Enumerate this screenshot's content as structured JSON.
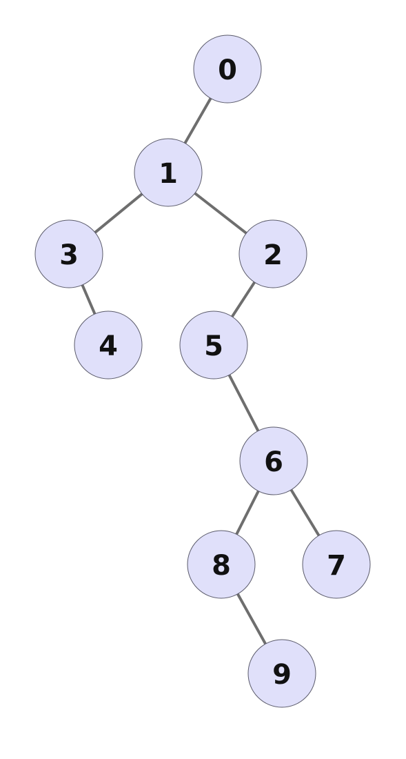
{
  "nodes": [
    {
      "id": "0",
      "label": "0"
    },
    {
      "id": "1",
      "label": "1"
    },
    {
      "id": "2",
      "label": "2"
    },
    {
      "id": "3",
      "label": "3"
    },
    {
      "id": "4",
      "label": "4"
    },
    {
      "id": "5",
      "label": "5"
    },
    {
      "id": "6",
      "label": "6"
    },
    {
      "id": "7",
      "label": "7"
    },
    {
      "id": "8",
      "label": "8"
    },
    {
      "id": "9",
      "label": "9"
    }
  ],
  "edges": [
    {
      "from": "0",
      "to": "1"
    },
    {
      "from": "1",
      "to": "3"
    },
    {
      "from": "1",
      "to": "2"
    },
    {
      "from": "3",
      "to": "4"
    },
    {
      "from": "2",
      "to": "5"
    },
    {
      "from": "5",
      "to": "6"
    },
    {
      "from": "6",
      "to": "8"
    },
    {
      "from": "6",
      "to": "7"
    },
    {
      "from": "8",
      "to": "9"
    }
  ],
  "colors": {
    "node_fill": "#e0e0fa",
    "node_stroke": "#5a5a6a",
    "edge": "#6e6e6e",
    "label": "#111111"
  }
}
